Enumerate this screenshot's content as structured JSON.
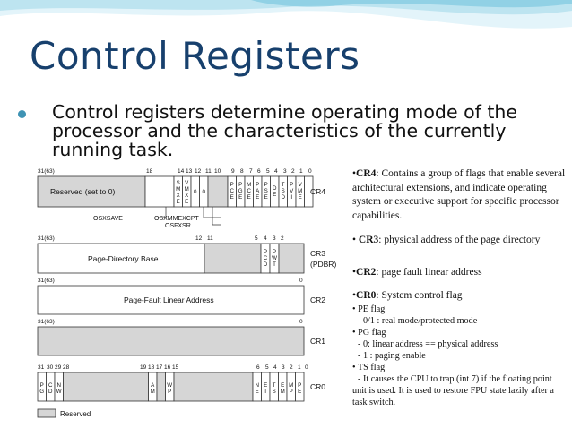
{
  "slide": {
    "title": "Control Registers",
    "bullet": "Control registers determine operating mode of the processor and the characteristics of the currently running task."
  },
  "colors": {
    "title": "#17406d",
    "bullet": "#3f93b4",
    "reserved_fill": "#d6d6d6",
    "header_wave": "#7fc9df"
  },
  "diagram": {
    "cr4": {
      "name": "CR4",
      "bit_labels": [
        "31(63)",
        "18",
        "14",
        "13",
        "12",
        "11",
        "10",
        "9",
        "8",
        "7",
        "6",
        "5",
        "4",
        "3",
        "2",
        "1",
        "0"
      ],
      "reserved_text": "Reserved (set to 0)",
      "flags": [
        "SMXE",
        "VMXE",
        "0",
        "0",
        "PCE",
        "PGE",
        "MCE",
        "PAE",
        "PSE",
        "DE",
        "TSD",
        "PVI",
        "VME"
      ],
      "callouts": [
        "OSXSAVE",
        "OSXMMEXCPT",
        "OSFXSR"
      ]
    },
    "cr3": {
      "name": "CR3",
      "name2": "(PDBR)",
      "bit_labels": [
        "31(63)",
        "12",
        "11",
        "5",
        "4",
        "3",
        "2"
      ],
      "field": "Page-Directory Base",
      "flags": [
        "PCD",
        "PWT"
      ]
    },
    "cr2": {
      "name": "CR2",
      "bit_labels": [
        "31(63)",
        "0"
      ],
      "field": "Page-Fault Linear Address"
    },
    "cr1": {
      "name": "CR1",
      "bit_labels": [
        "31(63)",
        "0"
      ]
    },
    "cr0": {
      "name": "CR0",
      "bit_labels": [
        "31",
        "30",
        "29",
        "28",
        "19",
        "18",
        "17",
        "16",
        "15",
        "6",
        "5",
        "4",
        "3",
        "2",
        "1",
        "0"
      ],
      "flags": [
        "PG",
        "CD",
        "NW",
        "AM",
        "WP",
        "NE",
        "ET",
        "TS",
        "EM",
        "MP",
        "PE"
      ]
    },
    "legend": "Reserved"
  },
  "notes": {
    "cr4_label": "CR4",
    "cr4_text": ": Contains a group of flags that enable several architectural extensions, and indicate operating system or executive support for specific processor capabilities.",
    "cr3_label": "CR3",
    "cr3_text": ": physical address of the page directory",
    "cr2_label": "CR2",
    "cr2_text": ":  page fault linear  address",
    "cr0_label": "CR0",
    "cr0_text": ":  System control flag",
    "items": [
      {
        "text": "• PE flag",
        "indent": false
      },
      {
        "text": "- 0/1 : real mode/protected mode",
        "indent": true
      },
      {
        "text": "• PG flag",
        "indent": false
      },
      {
        "text": "- 0: linear address == physical address",
        "indent": true
      },
      {
        "text": "- 1 : paging enable",
        "indent": true
      },
      {
        "text": "• TS flag",
        "indent": false
      },
      {
        "text": "- It causes the CPU to trap (int 7) if the floating point unit is used. It is used to restore FPU state lazily after a task switch.",
        "indent": true
      }
    ]
  }
}
